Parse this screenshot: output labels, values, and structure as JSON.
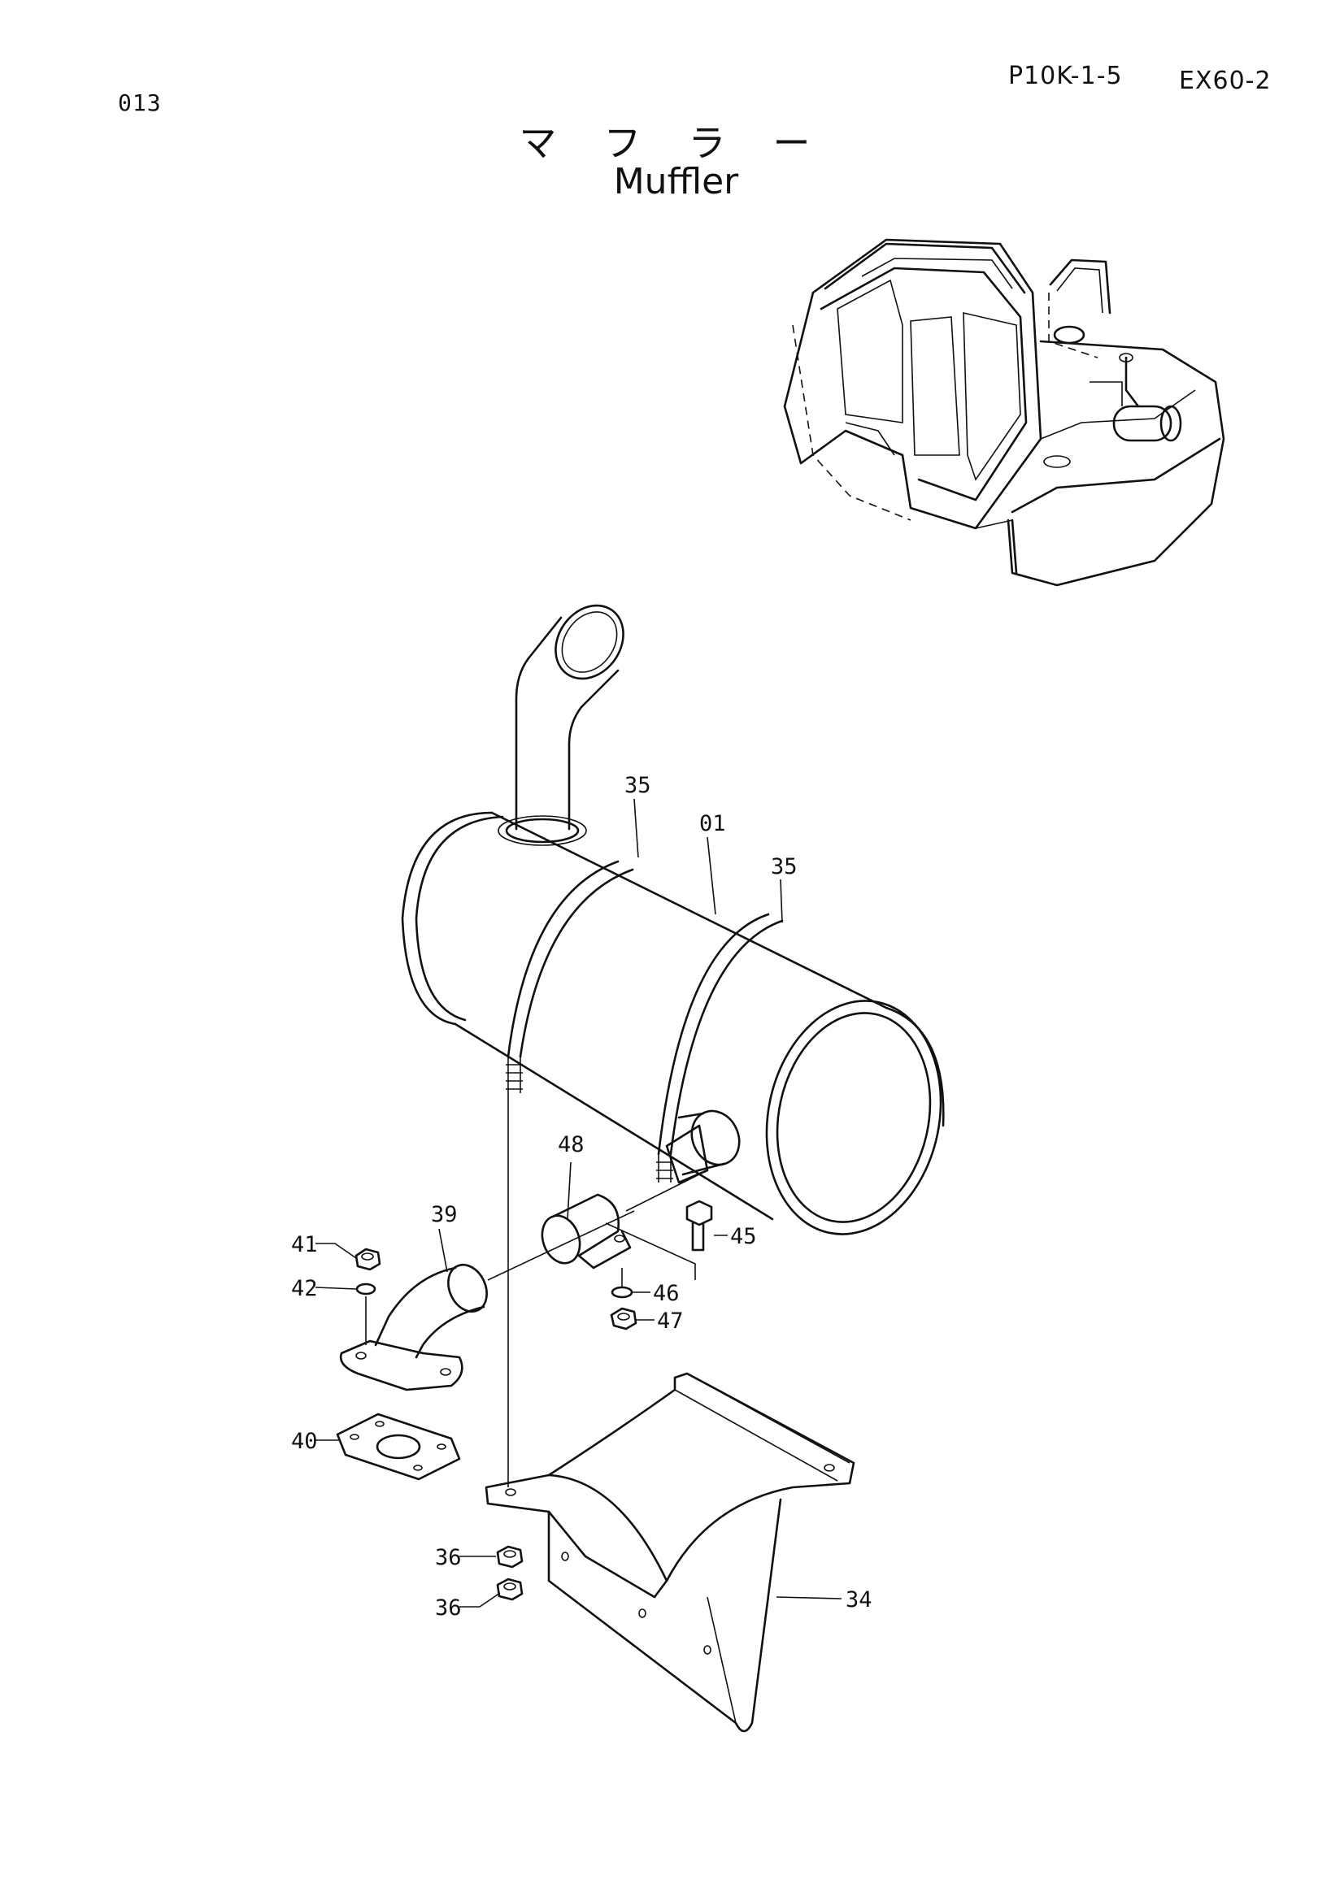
{
  "header": {
    "page_number": "013",
    "drawing_ref": "P10K-1-5",
    "model": "EX60-2",
    "title_jp": "マフラー",
    "title_en": "Muffler"
  },
  "callouts": [
    {
      "id": "c01",
      "label": "01"
    },
    {
      "id": "c35a",
      "label": "35"
    },
    {
      "id": "c35b",
      "label": "35"
    },
    {
      "id": "c48",
      "label": "48"
    },
    {
      "id": "c39",
      "label": "39"
    },
    {
      "id": "c41",
      "label": "41"
    },
    {
      "id": "c42",
      "label": "42"
    },
    {
      "id": "c45",
      "label": "45"
    },
    {
      "id": "c46",
      "label": "46"
    },
    {
      "id": "c47",
      "label": "47"
    },
    {
      "id": "c40",
      "label": "40"
    },
    {
      "id": "c36a",
      "label": "36"
    },
    {
      "id": "c36b",
      "label": "36"
    },
    {
      "id": "c34",
      "label": "34"
    }
  ]
}
